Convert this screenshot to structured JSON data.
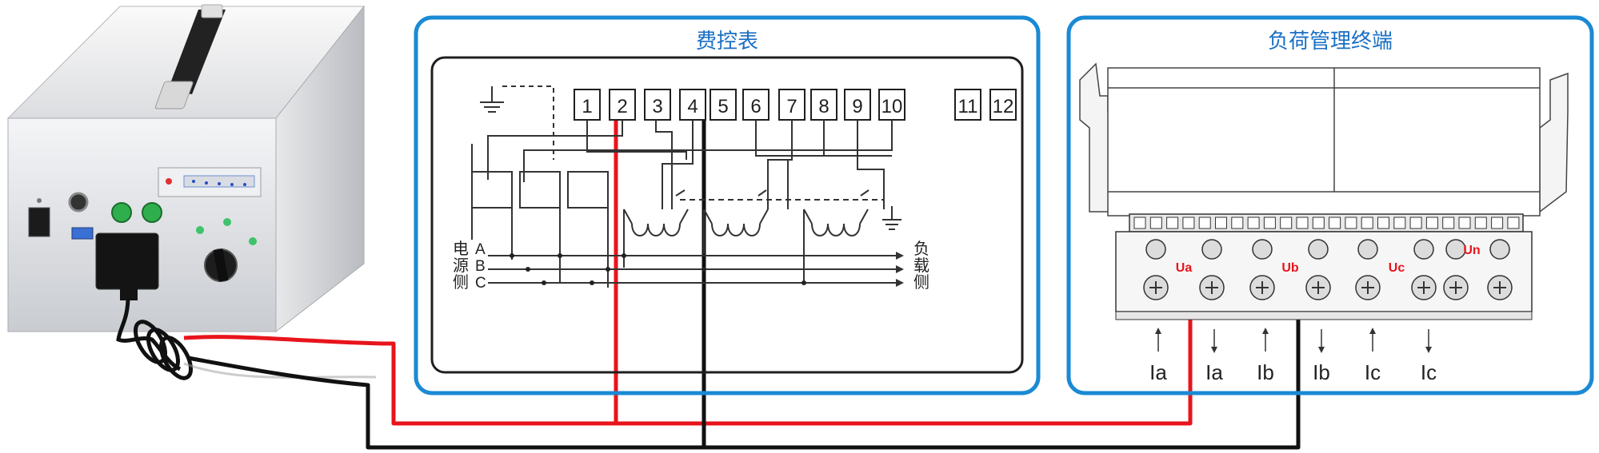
{
  "panels": {
    "meter_title": "费控表",
    "terminal_title": "负荷管理终端"
  },
  "meter": {
    "terminals": [
      "1",
      "2",
      "3",
      "4",
      "5",
      "6",
      "7",
      "8",
      "9",
      "10",
      "11",
      "12"
    ],
    "source_side": [
      "电",
      "源",
      "侧"
    ],
    "load_side": [
      "负",
      "载",
      "侧"
    ],
    "phases": [
      "A",
      "B",
      "C"
    ]
  },
  "terminal": {
    "voltage_labels": [
      "Ua",
      "Ub",
      "Uc",
      "Un"
    ],
    "current_labels": [
      "Ia",
      "Ia",
      "Ib",
      "Ib",
      "Ic",
      "Ic"
    ]
  },
  "colors": {
    "panel_border": "#1a8ad4",
    "panel_title": "#1a6fc4",
    "red_wire": "#e8141b",
    "black_wire": "#111111",
    "label_red": "#e8141b"
  }
}
